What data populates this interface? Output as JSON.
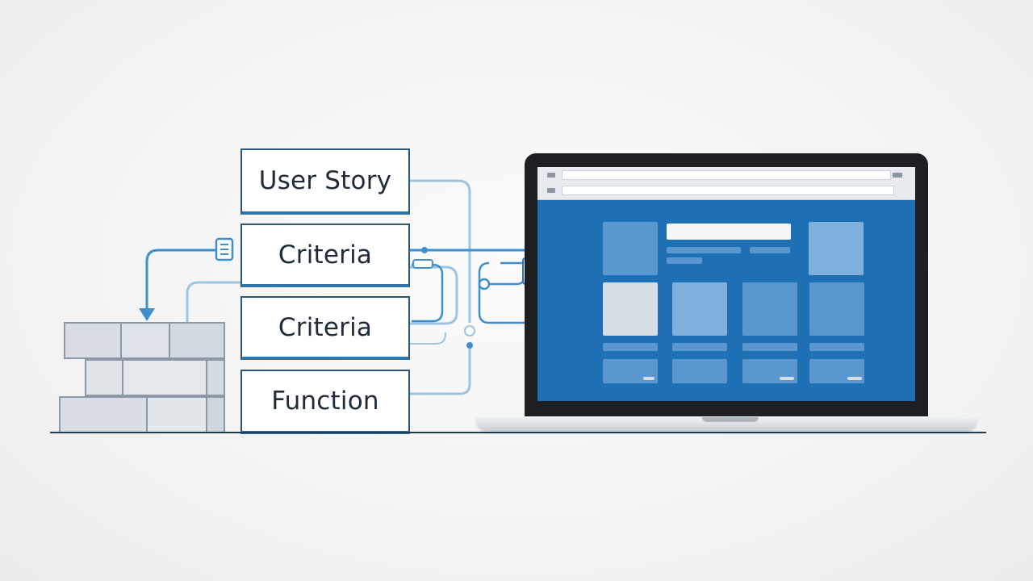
{
  "labels": {
    "user_story": "User Story",
    "criteria_1": "Criteria",
    "criteria_2": "Criteria",
    "function": "Function"
  },
  "colors": {
    "accent": "#2f74ad",
    "connector": "#3f8fcc",
    "connector_light": "#9ec4e2",
    "screen": "#1f6fb5",
    "box_border": "#2d5578"
  },
  "icons": [
    "brick-wall-icon",
    "laptop-icon",
    "connector-arrow-icon"
  ]
}
